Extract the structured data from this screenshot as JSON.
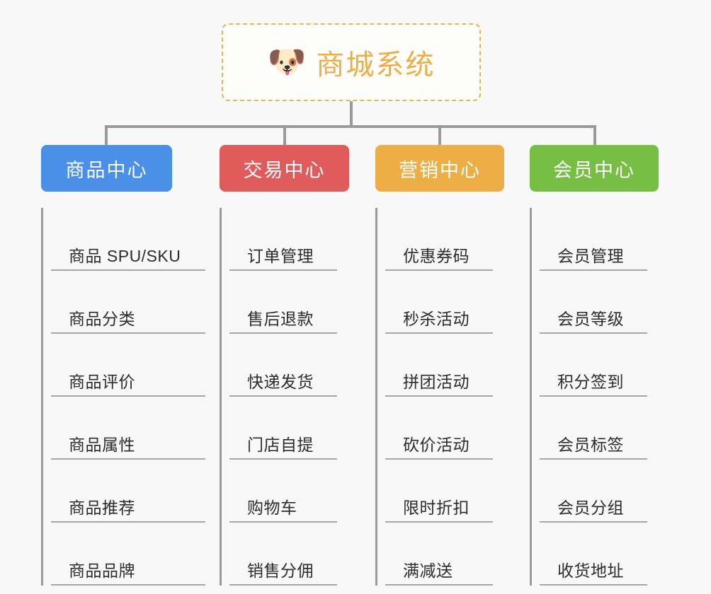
{
  "diagram": {
    "title": "商城系统",
    "type": "mind-map",
    "background_color": "#f8f8f8",
    "connector_color": "#9a9a9a"
  },
  "root": {
    "label": "商城系统",
    "icon": "shiba-dog-face-icon",
    "icon_glyph": "🐶",
    "text_color": "#eeae46",
    "border_color": "#eab945",
    "border_style": "dashed"
  },
  "branches": [
    {
      "label": "商品中心",
      "color": "#4a90e8",
      "items": [
        {
          "label": "商品 SPU/SKU"
        },
        {
          "label": "商品分类"
        },
        {
          "label": "商品评价"
        },
        {
          "label": "商品属性"
        },
        {
          "label": "商品推荐"
        },
        {
          "label": "商品品牌"
        }
      ]
    },
    {
      "label": "交易中心",
      "color": "#e05c5c",
      "items": [
        {
          "label": "订单管理"
        },
        {
          "label": "售后退款"
        },
        {
          "label": "快递发货"
        },
        {
          "label": "门店自提"
        },
        {
          "label": "购物车"
        },
        {
          "label": "销售分佣"
        }
      ]
    },
    {
      "label": "营销中心",
      "color": "#eeae46",
      "items": [
        {
          "label": "优惠券码"
        },
        {
          "label": "秒杀活动"
        },
        {
          "label": "拼团活动"
        },
        {
          "label": "砍价活动"
        },
        {
          "label": "限时折扣"
        },
        {
          "label": "满减送"
        }
      ]
    },
    {
      "label": "会员中心",
      "color": "#77bf44",
      "items": [
        {
          "label": "会员管理"
        },
        {
          "label": "会员等级"
        },
        {
          "label": "积分签到"
        },
        {
          "label": "会员标签"
        },
        {
          "label": "会员分组"
        },
        {
          "label": "收货地址"
        }
      ]
    }
  ]
}
